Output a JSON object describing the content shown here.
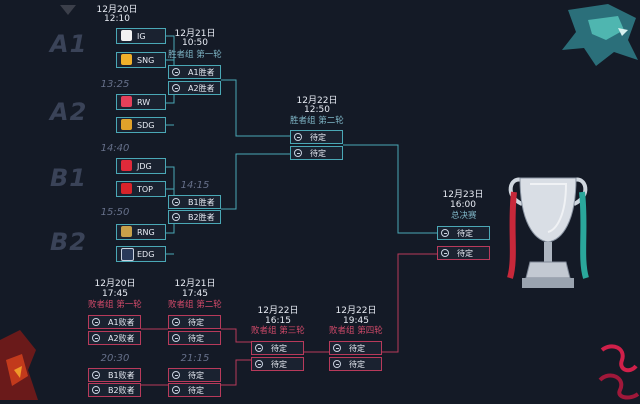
{
  "groups": [
    "A1",
    "A2",
    "B1",
    "B2"
  ],
  "colors": {
    "teal": "#4aa8b6",
    "red": "#b83a5b",
    "bg": "#141a26",
    "text": "#e9edf5"
  },
  "upper": {
    "a1": {
      "date": "12月20日",
      "time": "12:10",
      "teams": [
        "IG",
        "SNG"
      ]
    },
    "a2": {
      "time": "13:25",
      "teams": [
        "RW",
        "SDG"
      ]
    },
    "b1": {
      "time": "14:40",
      "teams": [
        "JDG",
        "TOP"
      ]
    },
    "b2": {
      "time": "15:50",
      "teams": [
        "RNG",
        "EDG"
      ]
    },
    "r1a": {
      "date": "12月21日",
      "time": "10:50",
      "round": "胜者组 第一轮",
      "slots": [
        "A1胜者",
        "A2胜者"
      ]
    },
    "r1b": {
      "time": "14:15",
      "slots": [
        "B1胜者",
        "B2胜者"
      ]
    },
    "r2": {
      "date": "12月22日",
      "time": "12:50",
      "round": "胜者组 第二轮",
      "slots": [
        "待定",
        "待定"
      ]
    }
  },
  "final": {
    "date": "12月23日",
    "time": "16:00",
    "round": "总决赛",
    "slots": [
      "待定",
      "待定"
    ]
  },
  "lower": {
    "l1a": {
      "date": "12月20日",
      "time": "17:45",
      "round": "败者组 第一轮",
      "slots": [
        "A1败者",
        "A2败者"
      ]
    },
    "l1b": {
      "time": "20:30",
      "slots": [
        "B1败者",
        "B2败者"
      ]
    },
    "l2a": {
      "date": "12月21日",
      "time": "17:45",
      "round": "败者组 第二轮",
      "slots": [
        "待定",
        "待定"
      ]
    },
    "l2b": {
      "time": "21:15",
      "slots": [
        "待定",
        "待定"
      ]
    },
    "l3": {
      "date": "12月22日",
      "time": "16:15",
      "round": "败者组 第三轮",
      "slots": [
        "待定",
        "待定"
      ]
    },
    "l4": {
      "date": "12月22日",
      "time": "19:45",
      "round": "败者组 第四轮",
      "slots": [
        "待定",
        "待定"
      ]
    }
  },
  "icons": [
    "dragon-art-icon",
    "trophy-icon",
    "team-logo-icon",
    "pending-circle-icon"
  ]
}
